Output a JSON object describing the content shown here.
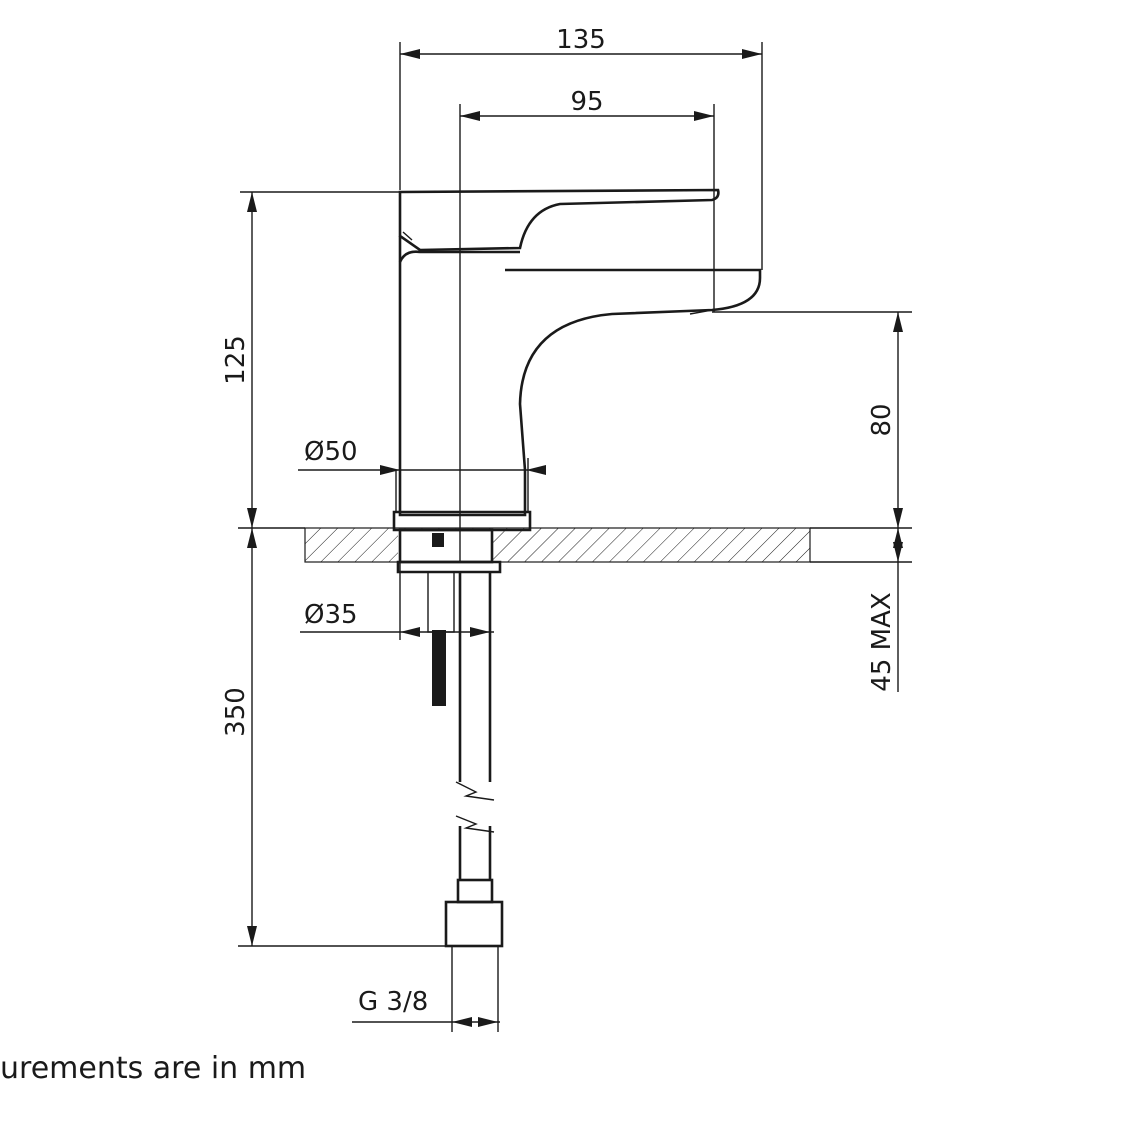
{
  "drawing": {
    "dimensions": {
      "overall_width": "135",
      "spout_reach": "95",
      "overall_height": "125",
      "spout_height": "80",
      "base_diameter": "Ø50",
      "shank_diameter": "Ø35",
      "hose_length": "350",
      "max_deck_thickness": "45 MAX",
      "connection_thread": "G 3/8"
    },
    "note": "urements are in mm"
  }
}
